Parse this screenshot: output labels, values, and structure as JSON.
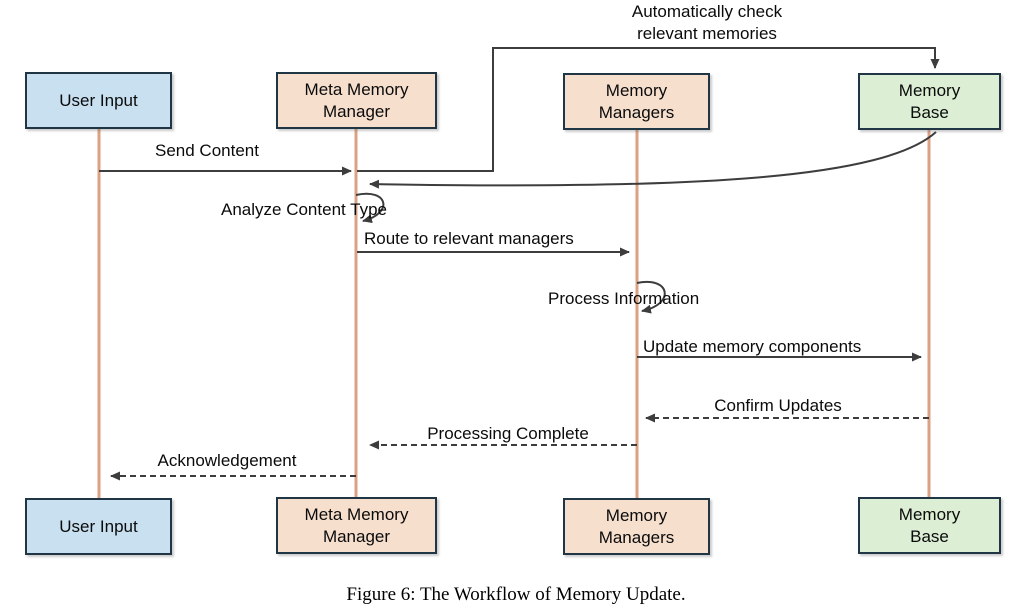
{
  "figure": {
    "caption": "Figure 6: The Workflow of Memory Update."
  },
  "actors": {
    "user_input": {
      "label": "User Input"
    },
    "meta_memory_manager": {
      "label": "Meta Memory\nManager"
    },
    "memory_managers": {
      "label": "Memory\nManagers"
    },
    "memory_base": {
      "label": "Memory\nBase"
    }
  },
  "messages": {
    "auto_check": {
      "label": "Automatically check\nrelevant memories",
      "style": "solid",
      "from": "meta_memory_manager",
      "to": "memory_base"
    },
    "send_content": {
      "label": "Send Content",
      "style": "solid",
      "from": "user_input",
      "to": "meta_memory_manager"
    },
    "analyze_content_type": {
      "label": "Analyze Content Type",
      "style": "self-loop",
      "from": "meta_memory_manager",
      "to": "meta_memory_manager"
    },
    "route_to_managers": {
      "label": "Route to relevant managers",
      "style": "solid",
      "from": "meta_memory_manager",
      "to": "memory_managers"
    },
    "process_information": {
      "label": "Process Information",
      "style": "self-loop",
      "from": "memory_managers",
      "to": "memory_managers"
    },
    "update_components": {
      "label": "Update memory components",
      "style": "solid",
      "from": "memory_managers",
      "to": "memory_base"
    },
    "confirm_updates": {
      "label": "Confirm Updates",
      "style": "dashed",
      "from": "memory_base",
      "to": "memory_managers"
    },
    "processing_complete": {
      "label": "Processing Complete",
      "style": "dashed",
      "from": "memory_managers",
      "to": "meta_memory_manager"
    },
    "acknowledgement": {
      "label": "Acknowledgement",
      "style": "dashed",
      "from": "meta_memory_manager",
      "to": "user_input"
    }
  },
  "colors": {
    "user_input_fill": "#c8e0f0",
    "manager_fill": "#f7dfce",
    "memory_base_fill": "#dceed4",
    "box_border": "#213645",
    "lifeline": "#dba183",
    "arrow": "#3d3d3d",
    "text": "#0b0b0b"
  }
}
